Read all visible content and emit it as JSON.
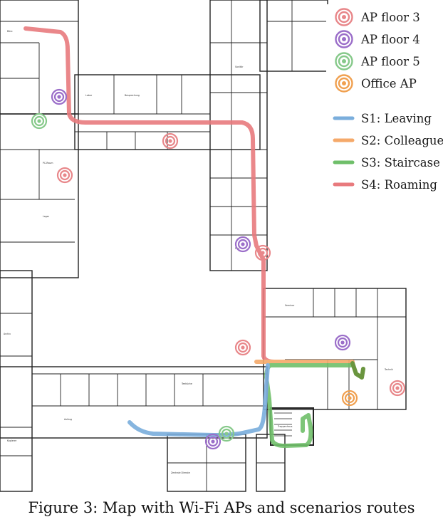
{
  "legend": {
    "access_points": [
      {
        "label": "AP floor 3",
        "color": "#e8878a"
      },
      {
        "label": "AP floor 4",
        "color": "#9b6ec9"
      },
      {
        "label": "AP floor 5",
        "color": "#86c98a"
      },
      {
        "label": "Office AP",
        "color": "#f0a050"
      }
    ],
    "routes": [
      {
        "label": "S1: Leaving",
        "color": "#7aaedc"
      },
      {
        "label": "S2: Colleague",
        "color": "#f5a96a"
      },
      {
        "label": "S3: Staircase",
        "color": "#6fbf6a"
      },
      {
        "label": "S4: Roaming",
        "color": "#e87a7d"
      }
    ]
  },
  "caption": "Figure 3: Map with Wi-Fi APs and scenarios routes",
  "room_labels": [
    "Büro",
    "Labor",
    "Besprechung",
    "Sanitär",
    "Treppenhaus",
    "Technik",
    "Archiv",
    "Flur",
    "Aufzug",
    "Lager",
    "PC-Raum",
    "Seminar",
    "Teeküche",
    "Kopierer",
    "Zentrale Dienste"
  ]
}
